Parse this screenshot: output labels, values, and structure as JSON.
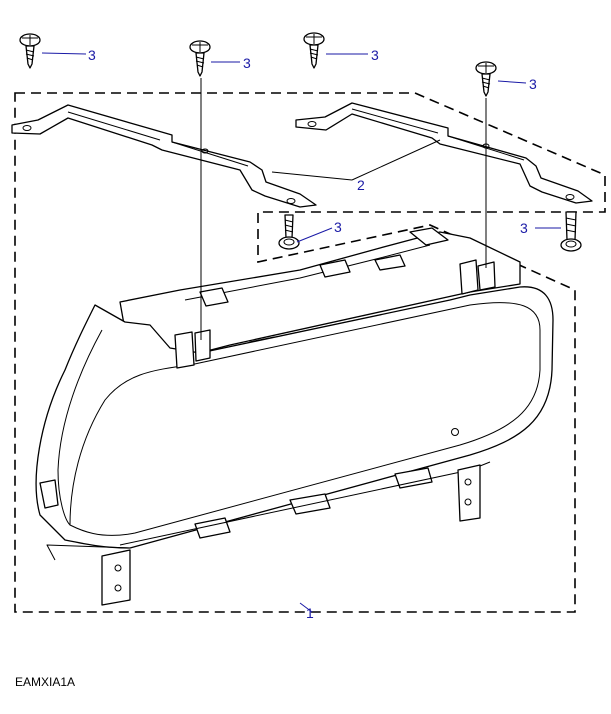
{
  "diagram": {
    "reference_code": "EAMXIA1A",
    "callouts": {
      "part_1": "1",
      "part_2": "2",
      "part_3": "3"
    },
    "colors": {
      "line_art": "#000000",
      "callout_text": "#1a1aa6",
      "background": "#ffffff"
    }
  }
}
